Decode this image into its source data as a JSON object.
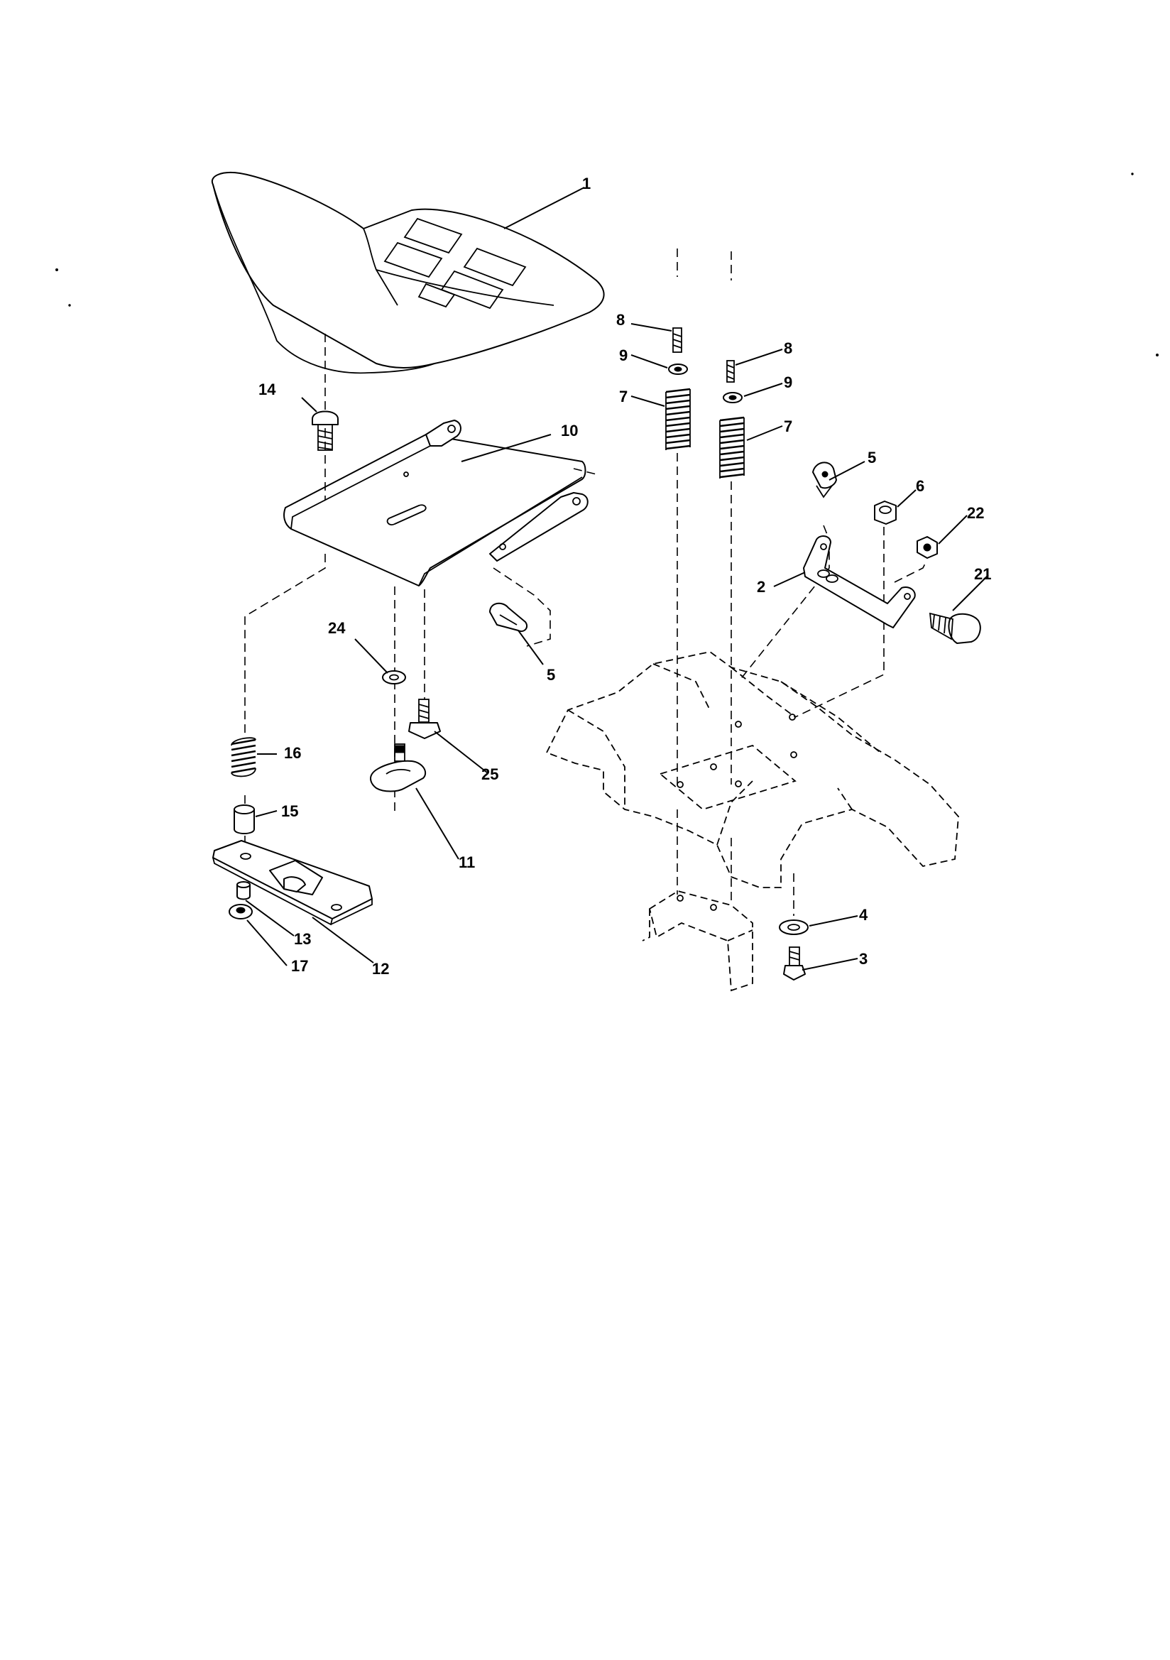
{
  "diagram": {
    "callouts": [
      {
        "id": "c1",
        "label": "1"
      },
      {
        "id": "c2",
        "label": "2"
      },
      {
        "id": "c3",
        "label": "3"
      },
      {
        "id": "c4",
        "label": "4"
      },
      {
        "id": "c5a",
        "label": "5"
      },
      {
        "id": "c5b",
        "label": "5"
      },
      {
        "id": "c6",
        "label": "6"
      },
      {
        "id": "c7a",
        "label": "7"
      },
      {
        "id": "c7b",
        "label": "7"
      },
      {
        "id": "c8a",
        "label": "8"
      },
      {
        "id": "c8b",
        "label": "8"
      },
      {
        "id": "c9a",
        "label": "9"
      },
      {
        "id": "c9b",
        "label": "9"
      },
      {
        "id": "c10",
        "label": "10"
      },
      {
        "id": "c11",
        "label": "11"
      },
      {
        "id": "c12",
        "label": "12"
      },
      {
        "id": "c13",
        "label": "13"
      },
      {
        "id": "c14",
        "label": "14"
      },
      {
        "id": "c15",
        "label": "15"
      },
      {
        "id": "c16",
        "label": "16"
      },
      {
        "id": "c17",
        "label": "17"
      },
      {
        "id": "c21",
        "label": "21"
      },
      {
        "id": "c22",
        "label": "22"
      },
      {
        "id": "c24",
        "label": "24"
      },
      {
        "id": "c25",
        "label": "25"
      }
    ]
  }
}
